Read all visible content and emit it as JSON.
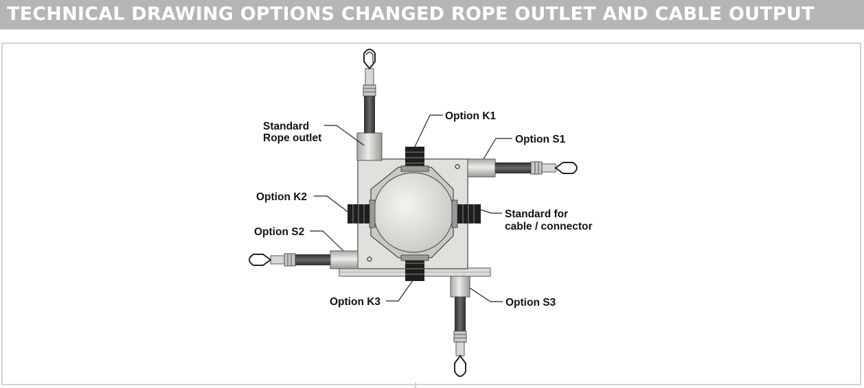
{
  "header": {
    "title": "TECHNICAL DRAWING OPTIONS CHANGED ROPE OUTLET AND CABLE OUTPUT"
  },
  "labels": {
    "standard_rope_outlet_line1": "Standard",
    "standard_rope_outlet_line2": "Rope outlet",
    "option_k1": "Option K1",
    "option_s1": "Option S1",
    "option_k2": "Option K2",
    "standard_connector_line1": "Standard for",
    "standard_connector_line2": "cable / connector",
    "option_s2": "Option S2",
    "option_k3": "Option K3",
    "option_s3": "Option S3"
  },
  "colors": {
    "title_bar": "#b5b5b5",
    "frame_border": "#d2d2d2",
    "housing": "#e0e0dc",
    "rope": "#4a4a4a"
  }
}
